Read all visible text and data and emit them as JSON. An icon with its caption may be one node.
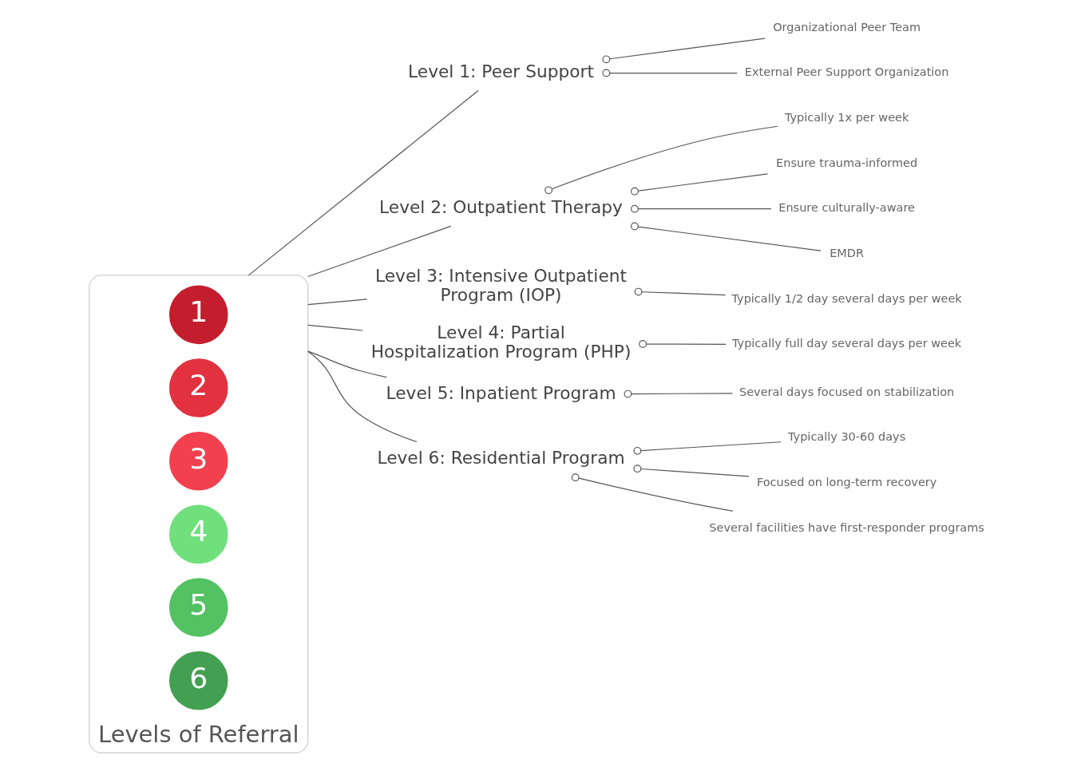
{
  "diagram": {
    "nodes": [
      {
        "text": [
          "Levels of Referral"
        ]
      },
      {
        "text": [
          "1"
        ],
        "in": 0
      },
      {
        "text": [
          "2"
        ],
        "in": 0
      },
      {
        "text": [
          "3"
        ],
        "in": 0
      },
      {
        "text": [
          "4"
        ],
        "in": 0
      },
      {
        "text": [
          "5"
        ],
        "in": 0
      },
      {
        "text": [
          "6"
        ],
        "in": 0
      },
      {
        "text": [
          "Level 1: Peer Support"
        ]
      },
      {
        "text": [
          "Organizational Peer Team"
        ]
      },
      {
        "text": [
          "External Peer Support Organization"
        ]
      },
      {
        "text": [
          "Level 2: Outpatient Therapy"
        ]
      },
      {
        "text": [
          "Typically 1x per week"
        ]
      },
      {
        "text": [
          "Ensure trauma-informed"
        ]
      },
      {
        "text": [
          "Ensure culturally-aware"
        ]
      },
      {
        "text": [
          "EMDR"
        ]
      },
      {
        "text": [
          "Level 3: Intensive Outpatient Program (IOP)"
        ]
      },
      {
        "text": [
          "Typically 1/2 day several days per week"
        ]
      },
      {
        "text": [
          "Level 4: Partial Hospitalization Program (PHP)"
        ]
      },
      {
        "text": [
          "Typically full day several days per week"
        ]
      },
      {
        "text": [
          "Level 5: Inpatient Program"
        ]
      },
      {
        "text": [
          "Several days focused on stabilization"
        ]
      },
      {
        "text": [
          "Level 6: Residential Program"
        ]
      },
      {
        "text": [
          "Typically 30-60 days"
        ]
      },
      {
        "text": [
          "Focused on long-term recovery"
        ]
      },
      {
        "text": [
          "Several facilities have first-responder programs"
        ]
      }
    ],
    "edges": [
      {
        "from": 0,
        "to": 7,
        "arrow": "none"
      },
      {
        "from": 0,
        "to": 10,
        "arrow": "none"
      },
      {
        "from": 0,
        "to": 15,
        "arrow": "none"
      },
      {
        "from": 0,
        "to": 17,
        "arrow": "none"
      },
      {
        "from": 0,
        "to": 19,
        "arrow": "none"
      },
      {
        "from": 0,
        "to": 21,
        "arrow": "none"
      },
      {
        "from": 7,
        "to": 8,
        "arrow": "other"
      },
      {
        "from": 7,
        "to": 9,
        "arrow": "other"
      },
      {
        "from": 10,
        "to": 11,
        "arrow": "other"
      },
      {
        "from": 10,
        "to": 12,
        "arrow": "other"
      },
      {
        "from": 10,
        "to": 13,
        "arrow": "other"
      },
      {
        "from": 10,
        "to": 14,
        "arrow": "other"
      },
      {
        "from": 15,
        "to": 16,
        "arrow": "other"
      },
      {
        "from": 17,
        "to": 18,
        "arrow": "other"
      },
      {
        "from": 19,
        "to": 20,
        "arrow": "other"
      },
      {
        "from": 21,
        "to": 22,
        "arrow": "other"
      },
      {
        "from": 21,
        "to": 23,
        "arrow": "other"
      },
      {
        "from": 21,
        "to": 24,
        "arrow": "other"
      }
    ]
  }
}
